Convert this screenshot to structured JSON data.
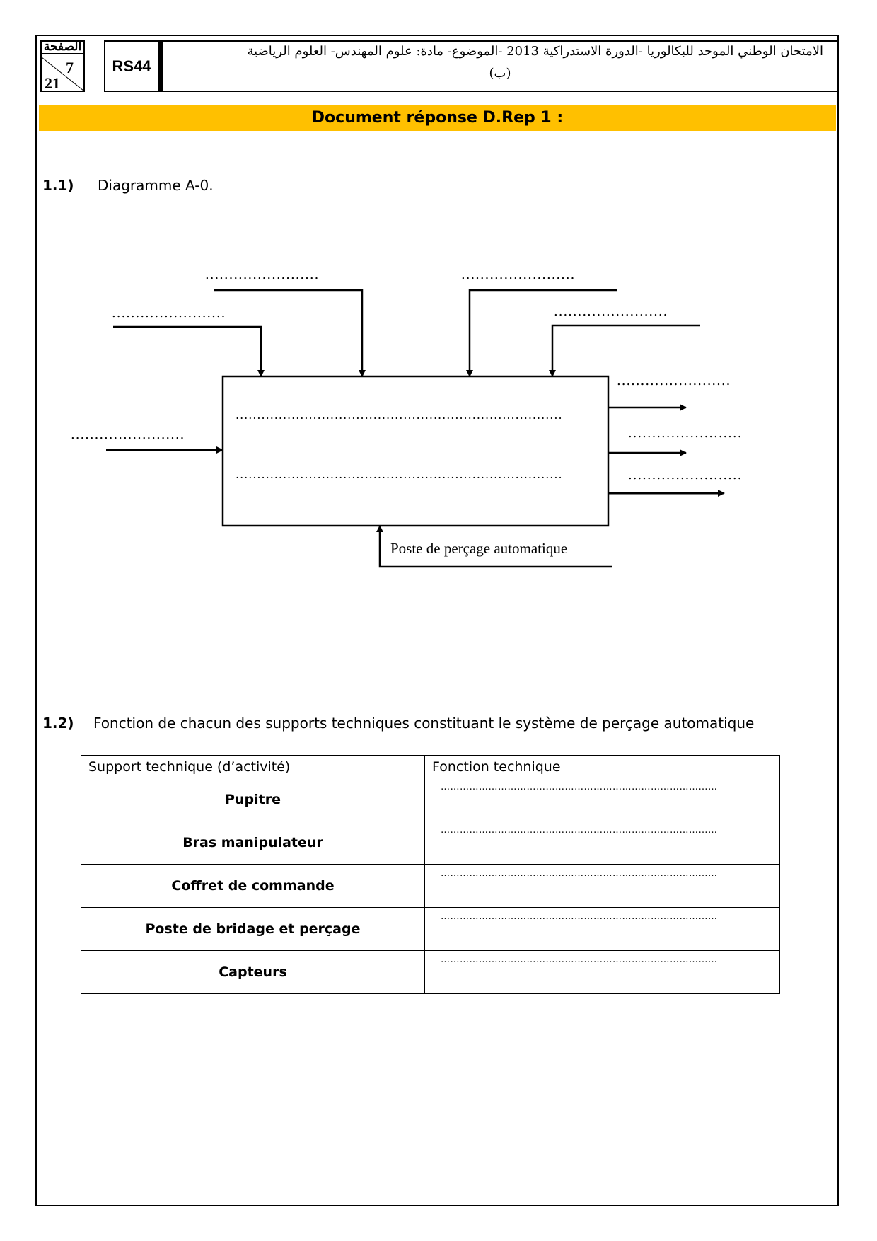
{
  "header": {
    "page_label": "الصفحة",
    "page_current": "7",
    "page_total": "21",
    "code": "RS44",
    "line1": "الامتحان الوطني الموحد للبكالوريا -الدورة الاستدراكية 2013 -الموضوع- مادة: علوم المهندس- العلوم الرياضية",
    "line2": "(ب)"
  },
  "banner": "Document réponse D.Rep 1 :",
  "q1": {
    "number": "1.1)",
    "text": "Diagramme A-0.",
    "control_text": "Poste de perçage  automatique",
    "placeholder": "........................",
    "box_placeholder": "............................................................................"
  },
  "q2": {
    "number": "1.2)",
    "text": "Fonction de chacun des supports techniques constituant le système de perçage automatique",
    "table": {
      "headers": [
        "Support  technique (d’activité)",
        "Fonction technique"
      ],
      "rows": [
        {
          "support": "Pupitre",
          "function": "……………………………………………………………………………"
        },
        {
          "support": "Bras manipulateur",
          "function": "……………………………………………………………………………"
        },
        {
          "support": "Coffret  de commande",
          "function": "……………………………………………………………………………"
        },
        {
          "support": "Poste de bridage et perçage",
          "function": "……………………………………………………………………………"
        },
        {
          "support": "Capteurs",
          "function": "……………………………………………………………………………"
        }
      ]
    }
  }
}
